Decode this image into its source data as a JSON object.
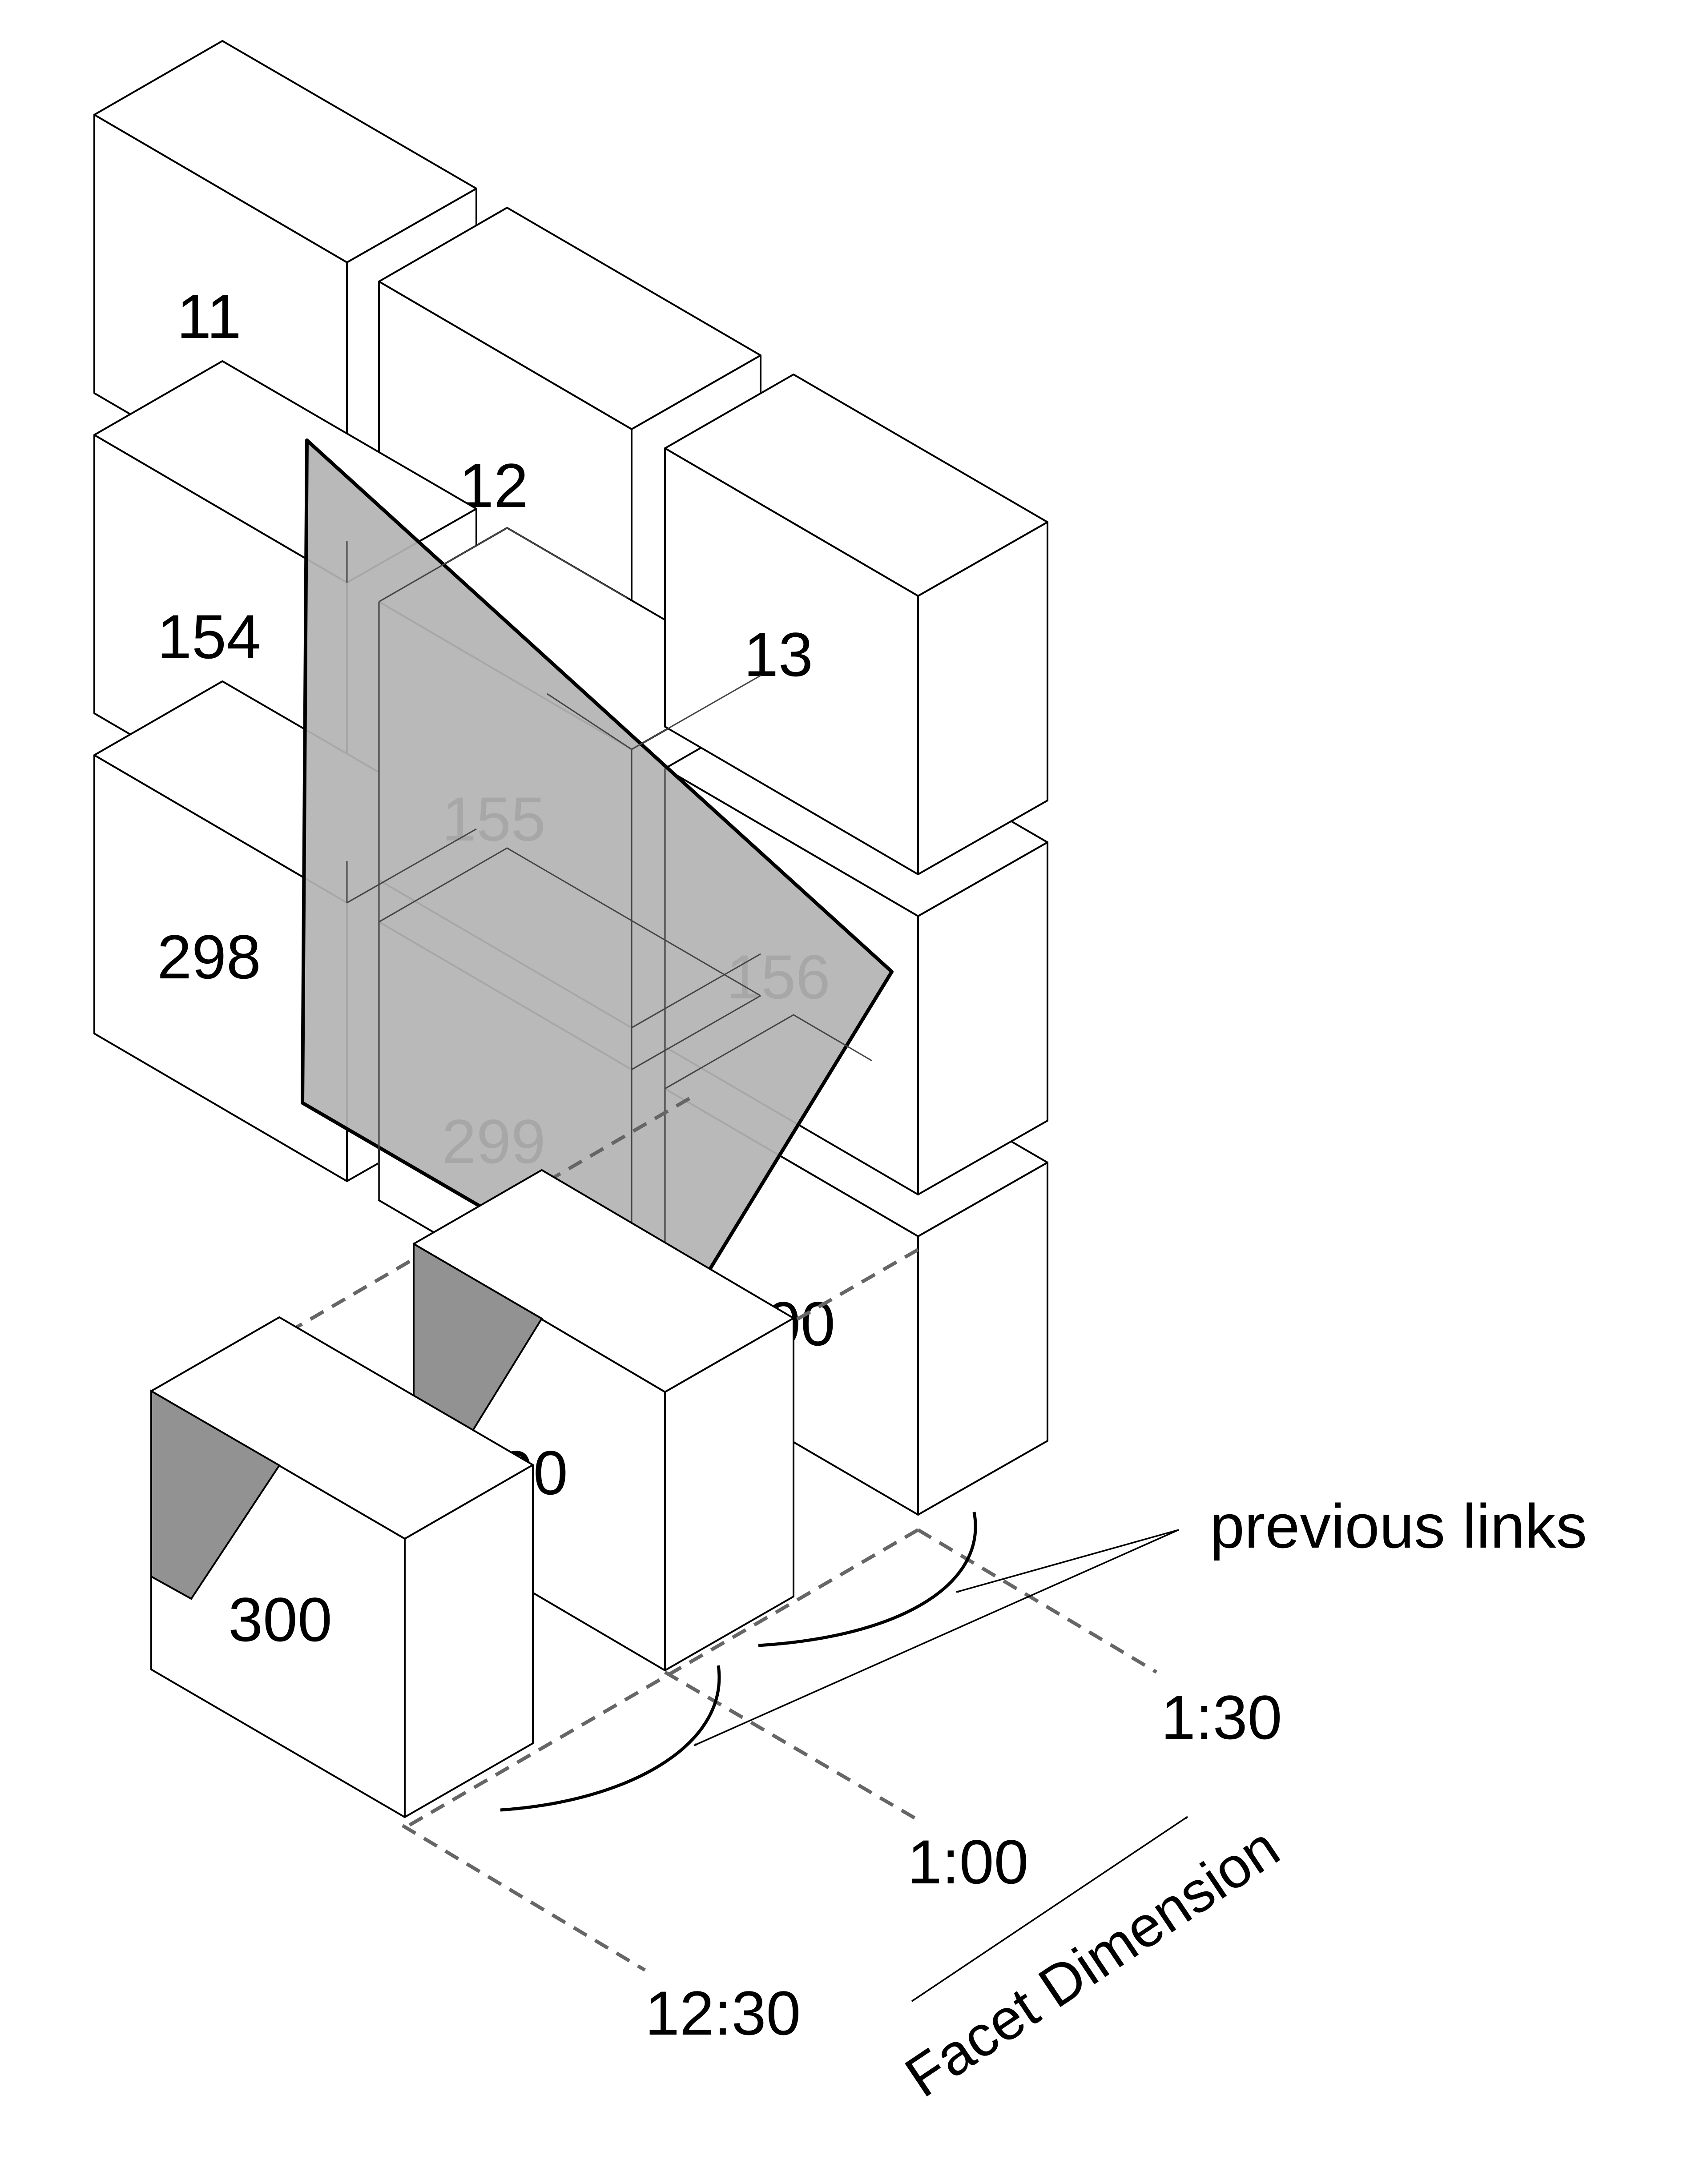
{
  "cells": {
    "c11": "11",
    "c12": "12",
    "c13": "13",
    "c154": "154",
    "c155": "155",
    "c156": "156",
    "c298": "298",
    "c299": "299",
    "c300_back_partial": "00",
    "c300_mid_partial": "300",
    "c300_front": "300"
  },
  "labels": {
    "previous_links": "previous links",
    "t1": "1:30",
    "t2": "1:00",
    "t3": "12:30",
    "facet_dimension": "Facet Dimension"
  },
  "colors": {
    "slice_fill": "#b4b4b4",
    "cut_fill": "#929292",
    "dashed": "#666666",
    "cube_fill": "#ffffff"
  }
}
